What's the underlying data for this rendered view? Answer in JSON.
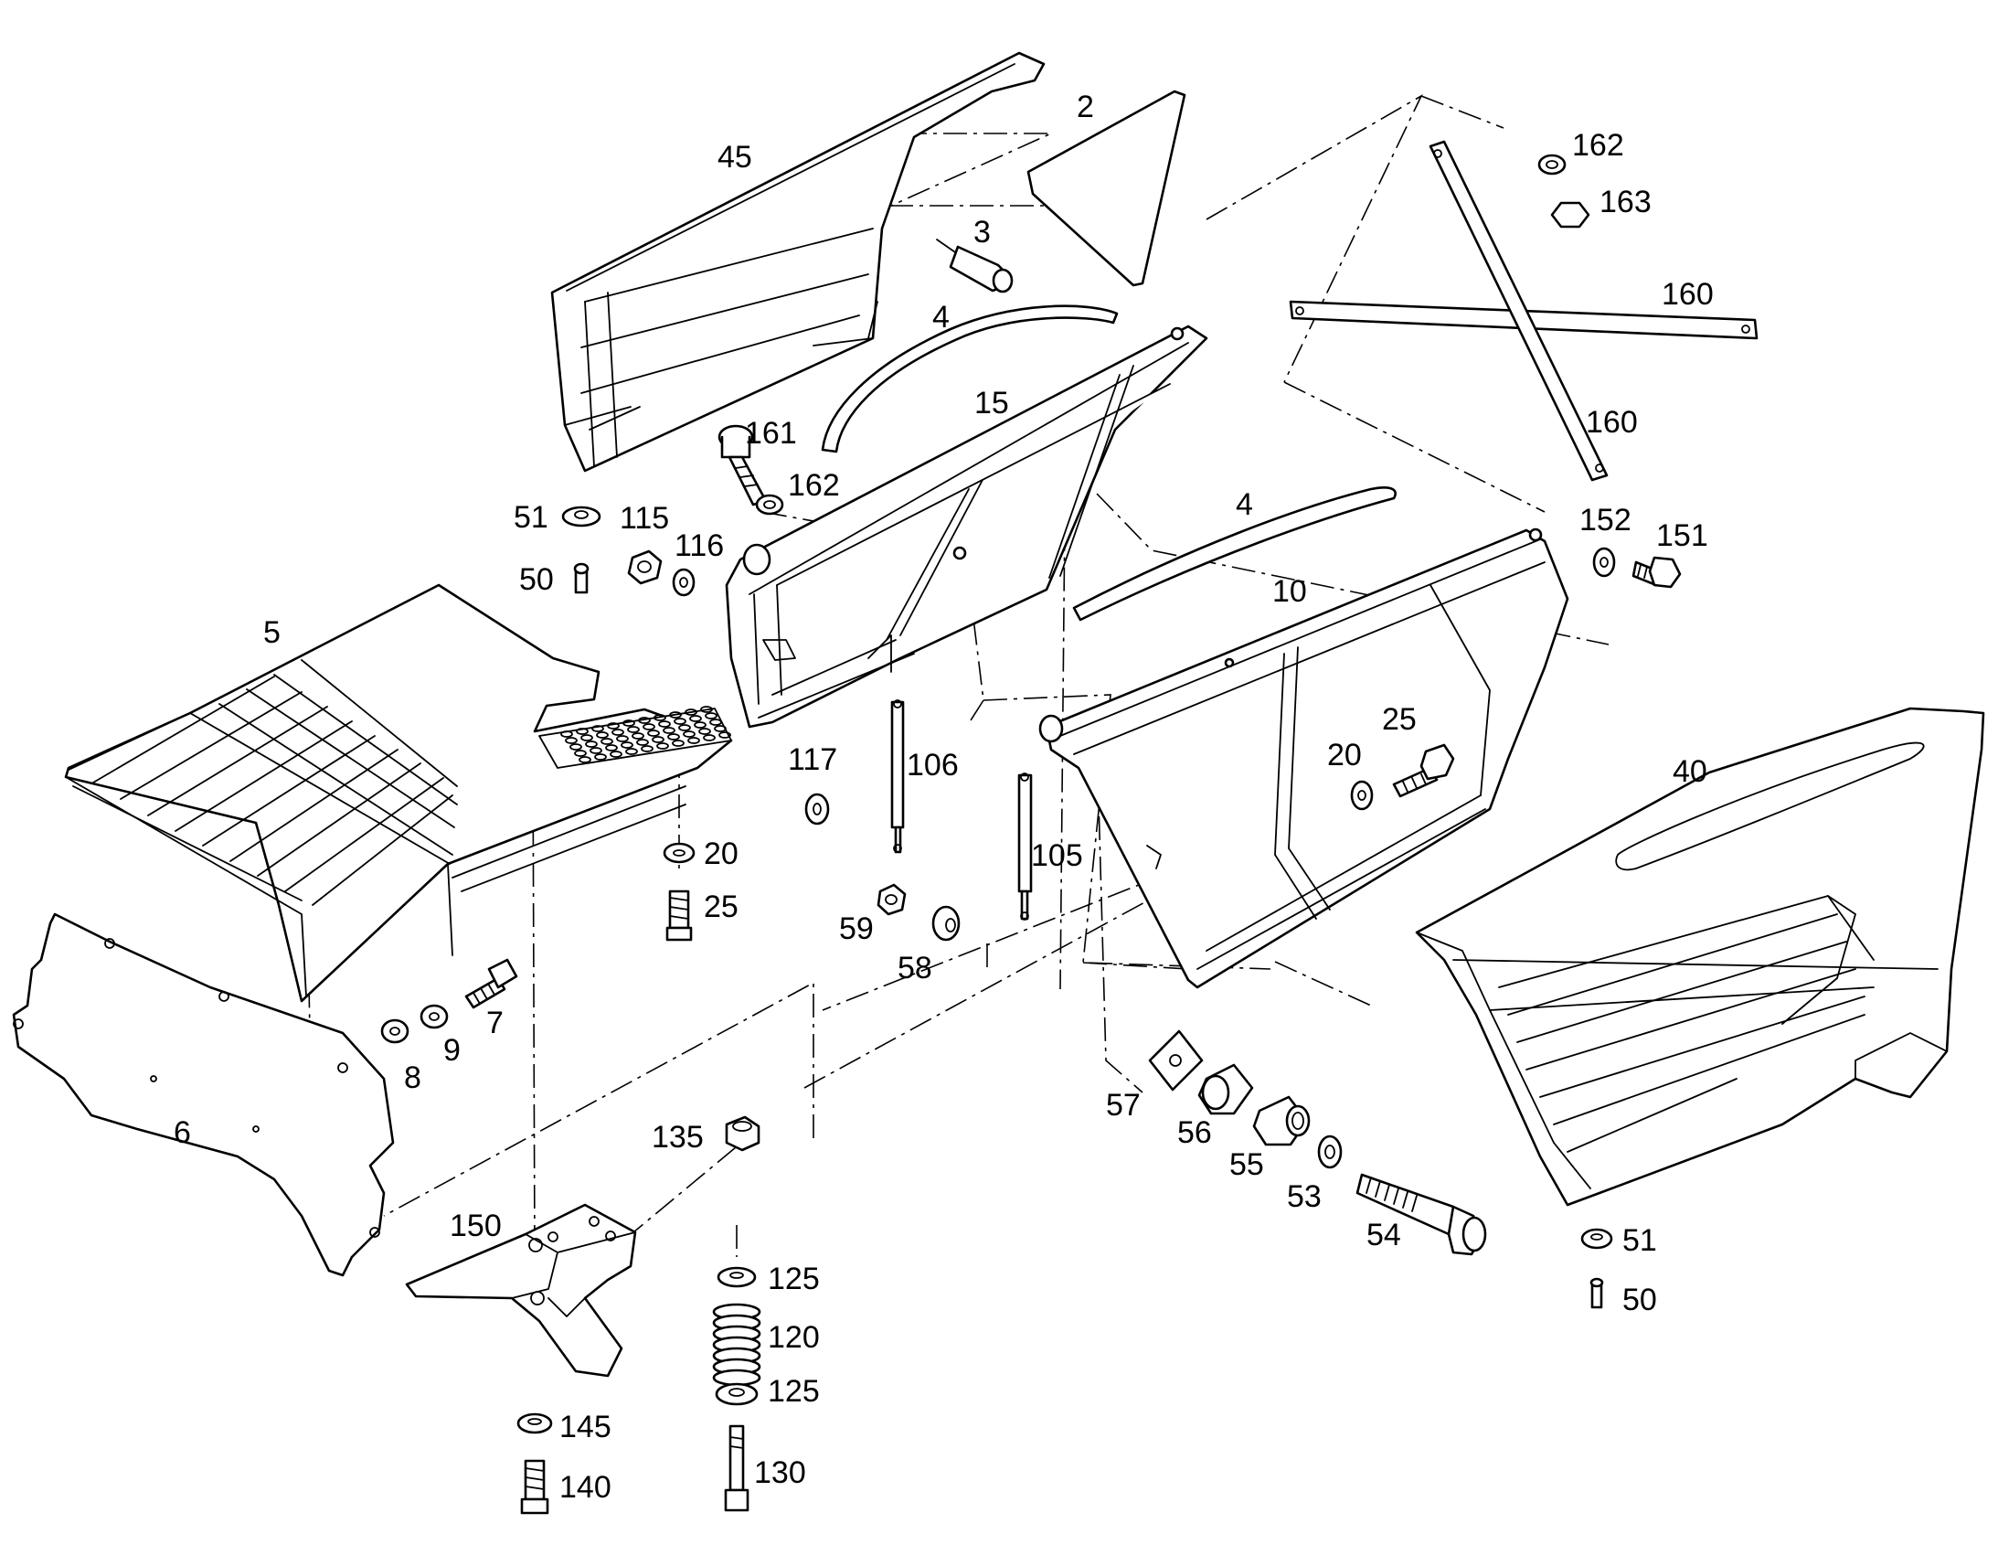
{
  "labels": {
    "l_2": "2",
    "l_3": "3",
    "l_4a": "4",
    "l_4b": "4",
    "l_5": "5",
    "l_6": "6",
    "l_7": "7",
    "l_8": "8",
    "l_9": "9",
    "l_10": "10",
    "l_15": "15",
    "l_20a": "20",
    "l_20b": "20",
    "l_25a": "25",
    "l_25b": "25",
    "l_40": "40",
    "l_45": "45",
    "l_50a": "50",
    "l_50b": "50",
    "l_51a": "51",
    "l_51b": "51",
    "l_53": "53",
    "l_54": "54",
    "l_55": "55",
    "l_56": "56",
    "l_57": "57",
    "l_58": "58",
    "l_59": "59",
    "l_105": "105",
    "l_106": "106",
    "l_115": "115",
    "l_116": "116",
    "l_117": "117",
    "l_120": "120",
    "l_125a": "125",
    "l_125b": "125",
    "l_130": "130",
    "l_135": "135",
    "l_140": "140",
    "l_145": "145",
    "l_150": "150",
    "l_151": "151",
    "l_152": "152",
    "l_160a": "160",
    "l_160b": "160",
    "l_161": "161",
    "l_162a": "162",
    "l_162b": "162",
    "l_163": "163"
  }
}
